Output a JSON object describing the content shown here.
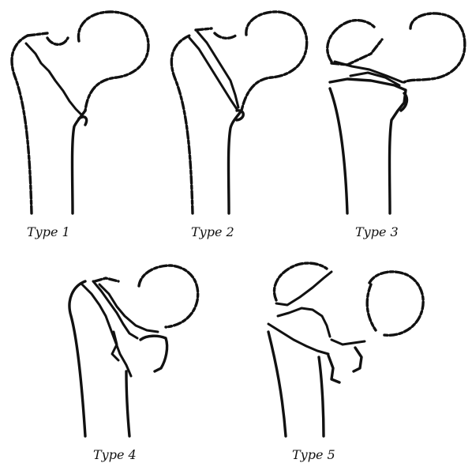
{
  "labels": {
    "type1": "Type 1",
    "type2": "Type 2",
    "type3": "Type 3",
    "type4": "Type 4",
    "type5": "Type 5"
  },
  "colors": {
    "line": "#111111",
    "background": "#ffffff"
  }
}
